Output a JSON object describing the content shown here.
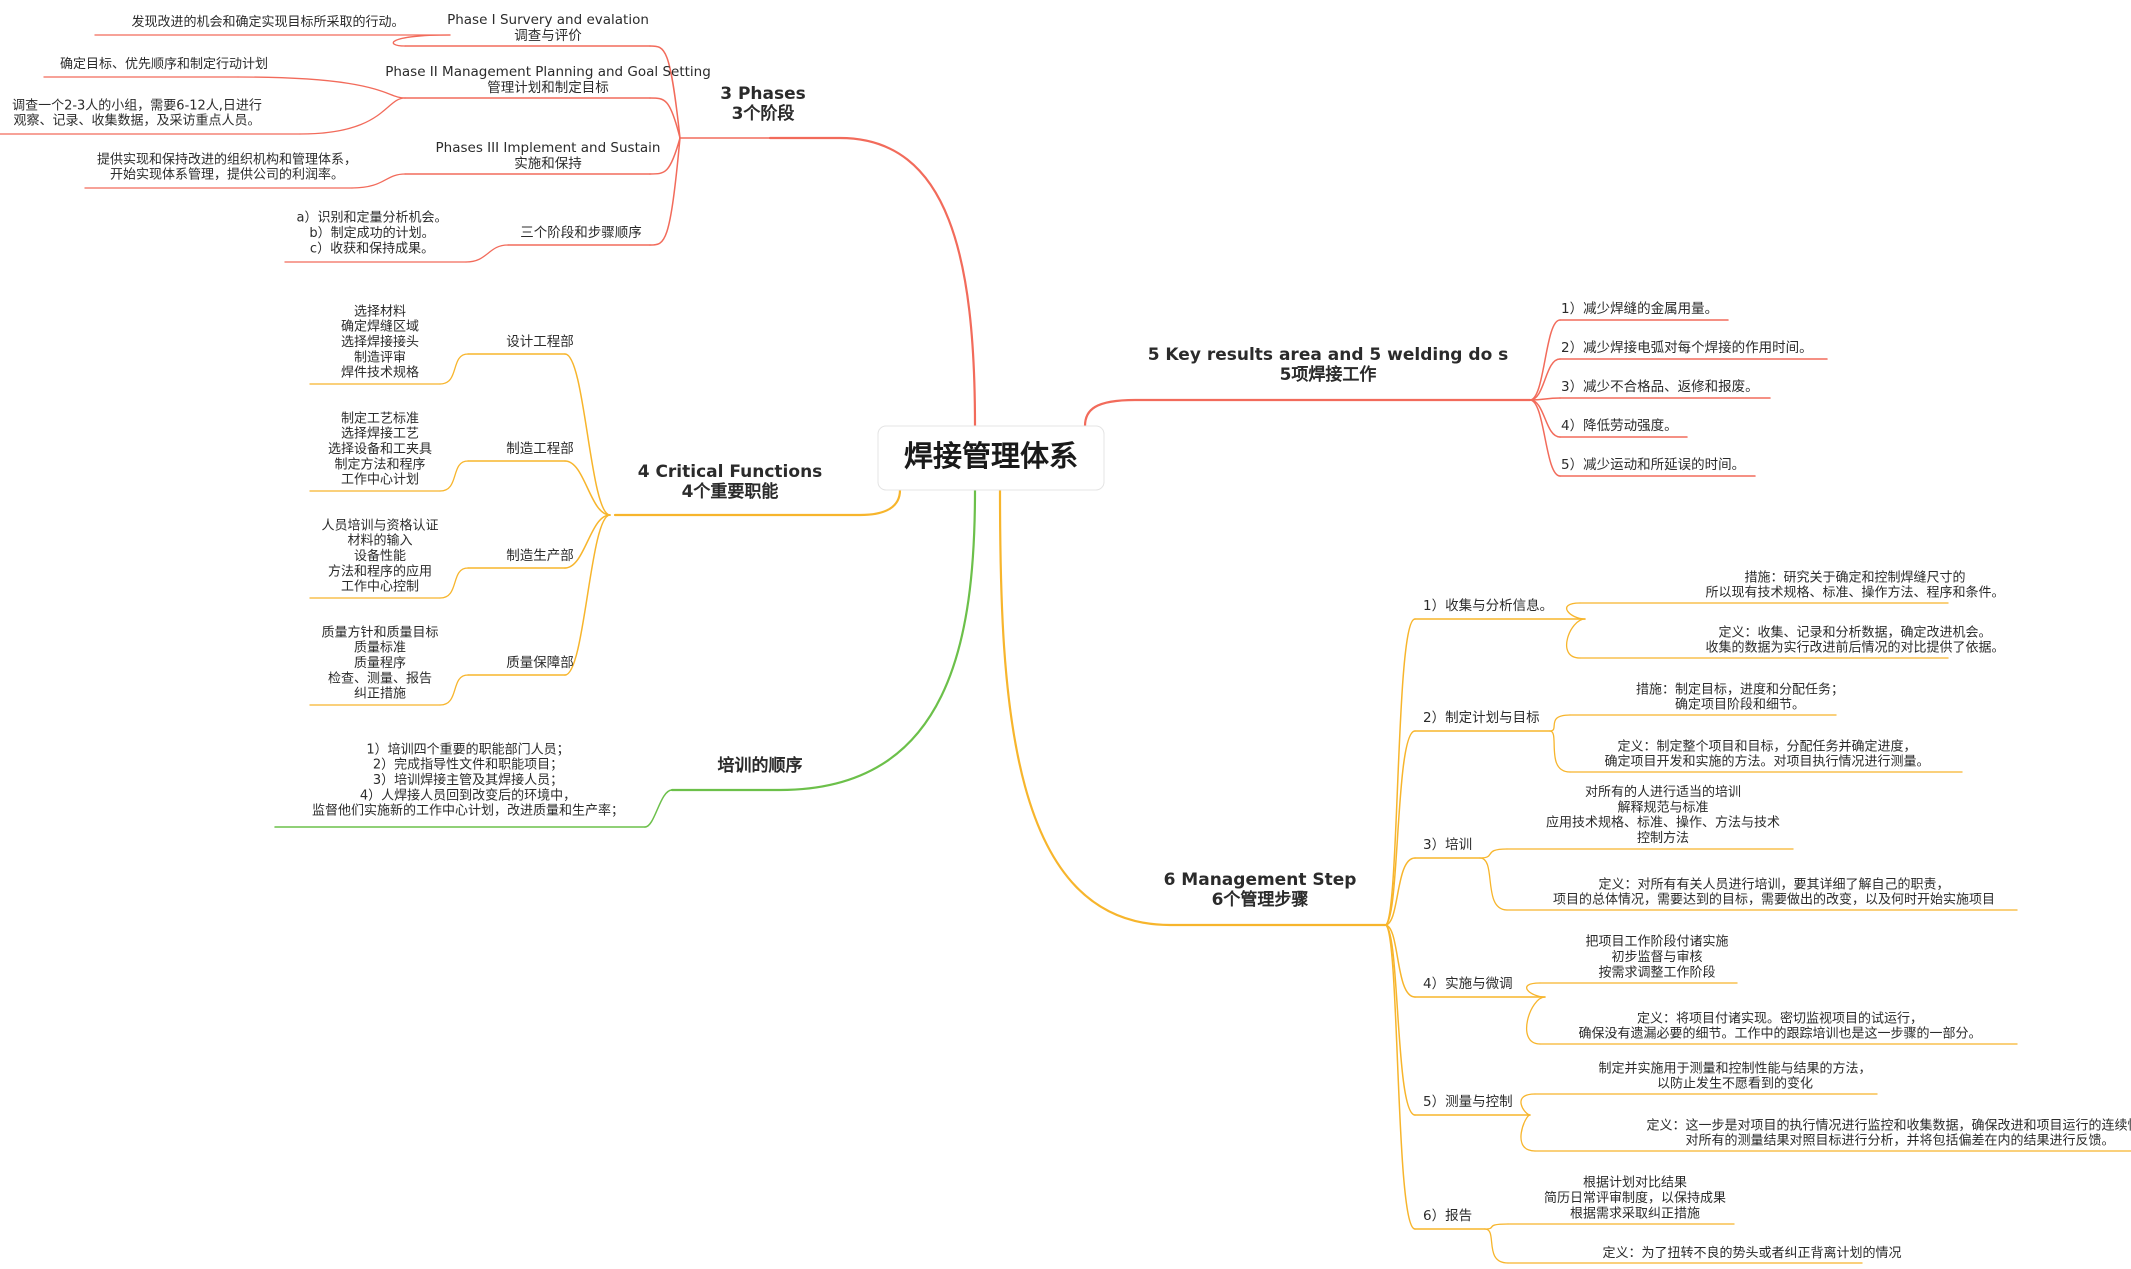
{
  "central": "焊接管理体系",
  "colors": {
    "phases": "#f26b5b",
    "functions": "#f7b52c",
    "training": "#6cc04a",
    "keys": "#f26b5b",
    "steps": "#f7b52c"
  },
  "branches": {
    "phases": {
      "title": [
        "3 Phases",
        "3个阶段"
      ],
      "children": [
        {
          "label": [
            "Phase I Survery and evalation",
            "调查与评价"
          ],
          "details": [
            [
              "发现改进的机会和确定实现目标所采取的行动。"
            ]
          ]
        },
        {
          "label": [
            "Phase II  Management Planning and Goal Setting",
            "管理计划和制定目标"
          ],
          "details": [
            [
              "确定目标、优先顺序和制定行动计划"
            ],
            [
              "调查一个2-3人的小组，需要6-12人,日进行",
              "观察、记录、收集数据，及采访重点人员。"
            ]
          ]
        },
        {
          "label": [
            "Phases III Implement and Sustain",
            "实施和保持"
          ],
          "details": [
            [
              "提供实现和保持改进的组织机构和管理体系，",
              "开始实现体系管理，提供公司的利润率。"
            ]
          ]
        },
        {
          "label": [
            "三个阶段和步骤顺序"
          ],
          "details": [
            [
              "a）识别和定量分析机会。",
              "b）制定成功的计划。",
              "c）收获和保持成果。"
            ]
          ]
        }
      ]
    },
    "functions": {
      "title": [
        "4 Critical Functions",
        "4个重要职能"
      ],
      "children": [
        {
          "label": [
            "设计工程部"
          ],
          "details": [
            [
              "选择材料",
              "确定焊缝区域",
              "选择焊接接头",
              "制造评审",
              "焊件技术规格"
            ]
          ]
        },
        {
          "label": [
            "制造工程部"
          ],
          "details": [
            [
              "制定工艺标准",
              "选择焊接工艺",
              "选择设备和工夹具",
              "制定方法和程序",
              "工作中心计划"
            ]
          ]
        },
        {
          "label": [
            "制造生产部"
          ],
          "details": [
            [
              "人员培训与资格认证",
              "材料的输入",
              "设备性能",
              "方法和程序的应用",
              "工作中心控制"
            ]
          ]
        },
        {
          "label": [
            "质量保障部"
          ],
          "details": [
            [
              "质量方针和质量目标",
              "质量标准",
              "质量程序",
              "检查、测量、报告",
              "纠正措施"
            ]
          ]
        }
      ]
    },
    "training": {
      "title": [
        "培训的顺序"
      ],
      "details": [
        "1）培训四个重要的职能部门人员；",
        "2）完成指导性文件和职能项目；",
        "3）培训焊接主管及其焊接人员；",
        "4）人焊接人员回到改变后的环境中，",
        "监督他们实施新的工作中心计划，改进质量和生产率；"
      ]
    },
    "keys": {
      "title": [
        "5 Key results area and 5 welding do s",
        "5项焊接工作"
      ],
      "items": [
        "1）减少焊缝的金属用量。",
        "2）减少焊接电弧对每个焊接的作用时间。",
        "3）减少不合格品、返修和报废。",
        "4）降低劳动强度。",
        "5）减少运动和所延误的时间。"
      ]
    },
    "steps": {
      "title": [
        "6  Management Step",
        "6个管理步骤"
      ],
      "children": [
        {
          "label": [
            "1）收集与分析信息。"
          ],
          "details": [
            [
              "措施：研究关于确定和控制焊缝尺寸的",
              "所以现有技术规格、标准、操作方法、程序和条件。"
            ],
            [
              "定义：收集、记录和分析数据，确定改进机会。",
              "收集的数据为实行改进前后情况的对比提供了依据。"
            ]
          ]
        },
        {
          "label": [
            "2）制定计划与目标"
          ],
          "details": [
            [
              "措施：制定目标，进度和分配任务；",
              "确定项目阶段和细节。"
            ],
            [
              "定义：制定整个项目和目标，分配任务并确定进度，",
              "确定项目开发和实施的方法。对项目执行情况进行测量。"
            ]
          ]
        },
        {
          "label": [
            "3）培训"
          ],
          "details": [
            [
              "对所有的人进行适当的培训",
              "解释规范与标准",
              "应用技术规格、标准、操作、方法与技术",
              "控制方法"
            ],
            [
              "定义：对所有有关人员进行培训，要其详细了解自己的职责，",
              "项目的总体情况，需要达到的目标，需要做出的改变，以及何时开始实施项目"
            ]
          ]
        },
        {
          "label": [
            "4）实施与微调"
          ],
          "details": [
            [
              "把项目工作阶段付诸实施",
              "初步监督与审核",
              "按需求调整工作阶段"
            ],
            [
              "定义：将项目付诸实现。密切监视项目的试运行，",
              "确保没有遗漏必要的细节。工作中的跟踪培训也是这一步骤的一部分。"
            ]
          ]
        },
        {
          "label": [
            "5）测量与控制"
          ],
          "details": [
            [
              "制定并实施用于测量和控制性能与结果的方法，",
              "以防止发生不愿看到的变化"
            ],
            [
              "定义：这一步是对项目的执行情况进行监控和收集数据，确保改进和项目运行的连续性。",
              "对所有的测量结果对照目标进行分析，并将包括偏差在内的结果进行反馈。"
            ]
          ]
        },
        {
          "label": [
            "6）报告"
          ],
          "details": [
            [
              "根据计划对比结果",
              "简历日常评审制度，以保持成果",
              "根据需求采取纠正措施"
            ],
            [
              "定义：为了扭转不良的势头或者纠正背离计划的情况"
            ]
          ]
        }
      ]
    }
  }
}
